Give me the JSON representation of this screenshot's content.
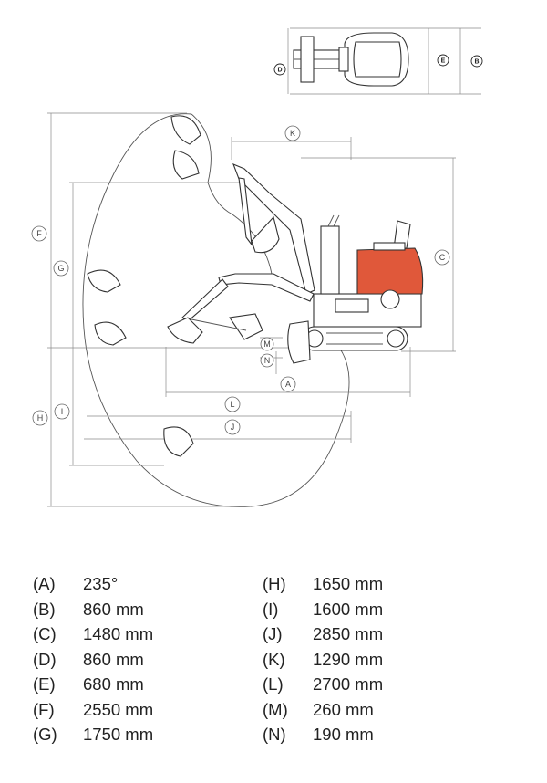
{
  "diagram": {
    "callouts": {
      "A": "A",
      "B": "B",
      "C": "C",
      "D": "D",
      "E": "E",
      "F": "F",
      "G": "G",
      "H": "H",
      "I": "I",
      "J": "J",
      "K": "K",
      "L": "L",
      "M": "M",
      "N": "N"
    },
    "colors": {
      "engine_cover": "#e0583a",
      "line": "#333333",
      "dimension": "#8a8a8a"
    }
  },
  "specs": {
    "left": [
      {
        "key": "(A)",
        "value": "235°"
      },
      {
        "key": "(B)",
        "value": "860 mm"
      },
      {
        "key": "(C)",
        "value": "1480 mm"
      },
      {
        "key": "(D)",
        "value": "860 mm"
      },
      {
        "key": "(E)",
        "value": "680 mm"
      },
      {
        "key": "(F)",
        "value": "2550 mm"
      },
      {
        "key": "(G)",
        "value": "1750 mm"
      }
    ],
    "right": [
      {
        "key": "(H)",
        "value": "1650 mm"
      },
      {
        "key": "(I)",
        "value": "1600 mm"
      },
      {
        "key": "(J)",
        "value": "2850 mm"
      },
      {
        "key": "(K)",
        "value": "1290 mm"
      },
      {
        "key": "(L)",
        "value": "2700 mm"
      },
      {
        "key": "(M)",
        "value": "260 mm"
      },
      {
        "key": "(N)",
        "value": "190 mm"
      }
    ]
  }
}
